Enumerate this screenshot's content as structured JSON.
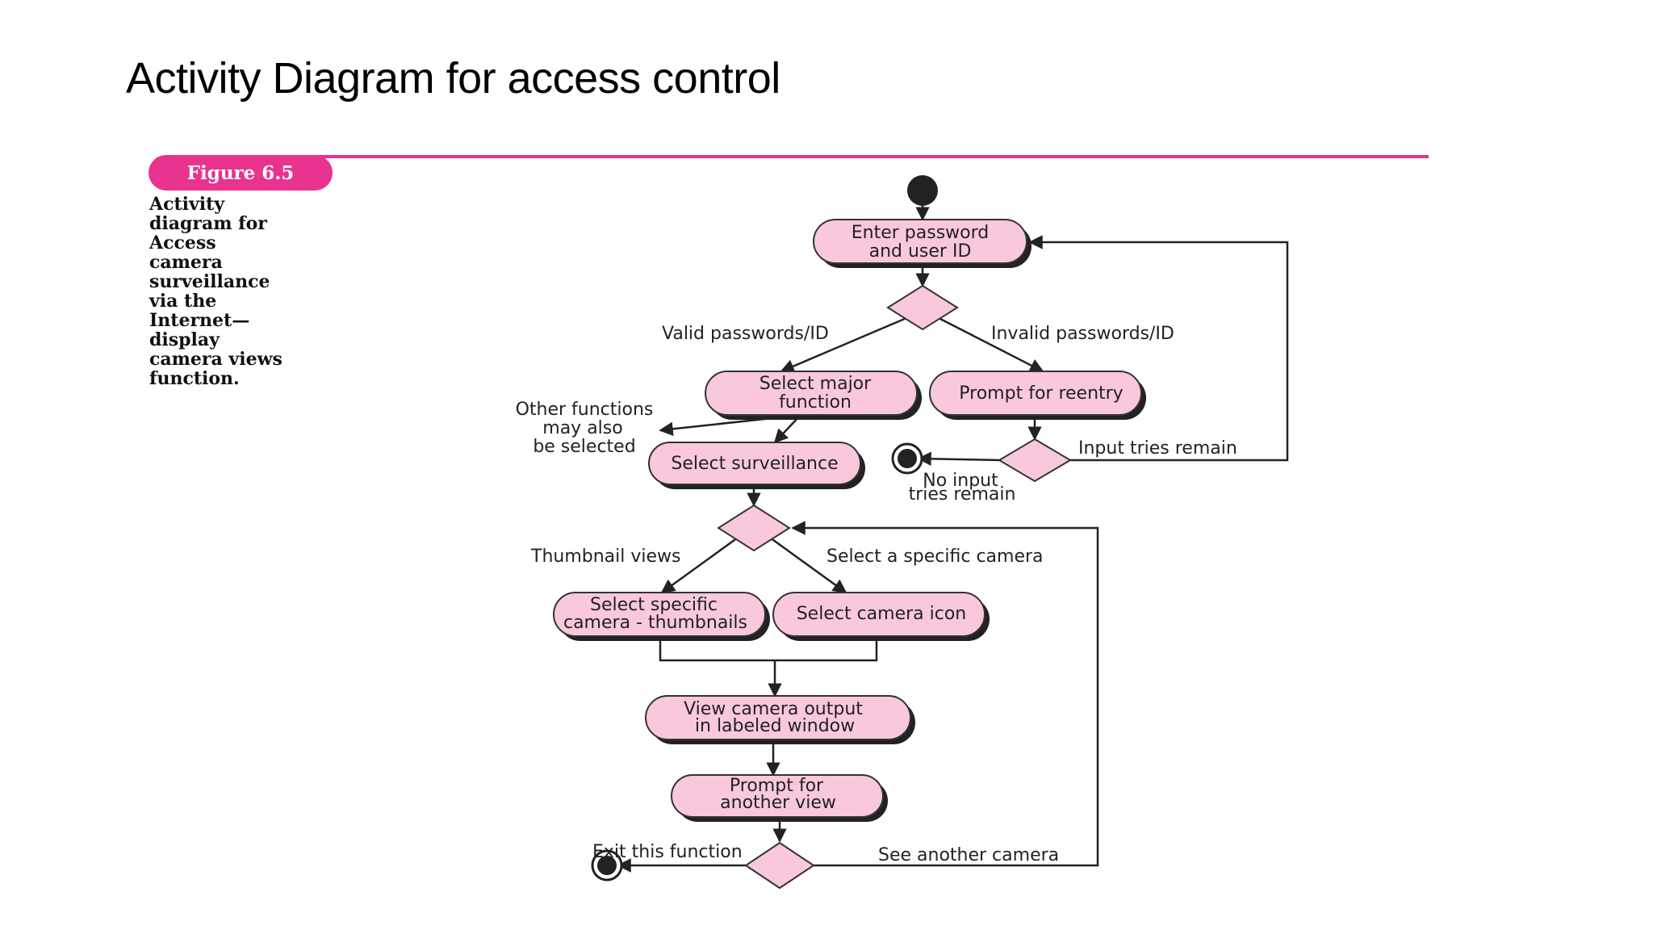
{
  "slide": {
    "title": "Activity Diagram for access control"
  },
  "figure": {
    "badge": "Figure 6.5",
    "caption_lines": [
      "Activity",
      "diagram for",
      "Access",
      "camera",
      "surveillance",
      "via the",
      "Internet—",
      "display",
      "camera views",
      "function."
    ],
    "accent_color": "#e8338f",
    "activity_fill": "#f9c8dc"
  },
  "activities": {
    "enter_password": [
      "Enter password",
      "and user ID"
    ],
    "select_major": [
      "Select major",
      "function"
    ],
    "prompt_reentry": [
      "Prompt for reentry"
    ],
    "select_surveillance": [
      "Select surveillance"
    ],
    "select_thumbnails": [
      "Select specific",
      "camera - thumbnails"
    ],
    "select_camera_icon": [
      "Select camera icon"
    ],
    "view_output": [
      "View camera output",
      "in labeled window"
    ],
    "prompt_another": [
      "Prompt for",
      "another view"
    ]
  },
  "labels": {
    "valid": "Valid passwords/ID",
    "invalid": "Invalid passwords/ID",
    "other_functions": [
      "Other functions",
      "may also",
      "be selected"
    ],
    "input_tries_remain": "Input tries remain",
    "no_input": [
      "No input",
      "tries remain"
    ],
    "thumbnail_views": "Thumbnail views",
    "specific_camera": "Select a specific camera",
    "exit_function": "Exit this function",
    "see_another": "See another camera"
  }
}
